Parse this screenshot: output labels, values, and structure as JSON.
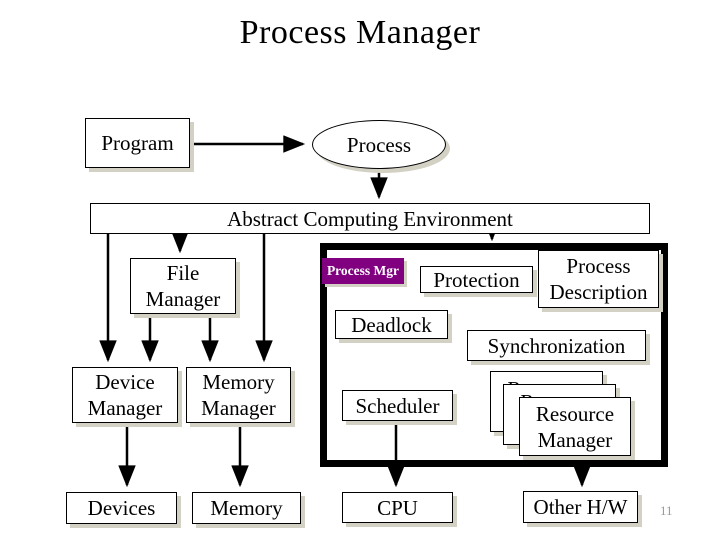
{
  "slide": {
    "title": "Process Manager",
    "page_number": "11"
  },
  "colors": {
    "accent_purple": "#800080",
    "shadow": "#d3d0c4"
  },
  "nodes": {
    "program": "Program",
    "process": "Process",
    "abstract_env": "Abstract Computing Environment",
    "process_mgr": "Process Mgr",
    "protection": "Protection",
    "process_description": [
      "Process",
      "Description"
    ],
    "deadlock": "Deadlock",
    "synchronization": "Synchronization",
    "file_manager": [
      "File",
      "Manager"
    ],
    "device_manager": [
      "Device",
      "Manager"
    ],
    "memory_manager": [
      "Memory",
      "Manager"
    ],
    "scheduler": "Scheduler",
    "resource_manager": [
      "Resource",
      "Manager"
    ],
    "devices": "Devices",
    "memory": "Memory",
    "cpu": "CPU",
    "other_hw": "Other H/W"
  }
}
